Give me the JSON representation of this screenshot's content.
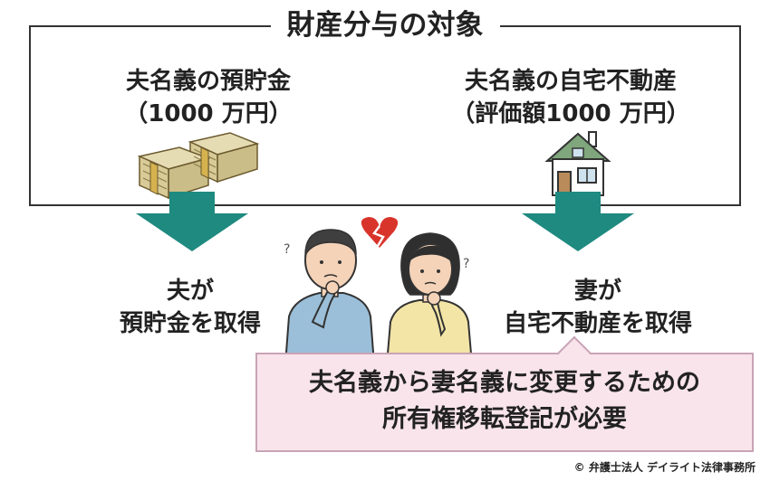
{
  "title": "財産分与の対象",
  "left_asset": {
    "line1": "夫名義の預貯金",
    "line2": "（1000 万円）"
  },
  "right_asset": {
    "line1": "夫名義の自宅不動産",
    "line2": "（評価額1000 万円）"
  },
  "left_result": {
    "line1": "夫が",
    "line2": "預貯金を取得"
  },
  "right_result": {
    "line1": "妻が",
    "line2": "自宅不動産を取得"
  },
  "note": {
    "line1": "夫名義から妻名義に変更するための",
    "line2": "所有権移転登記が必要"
  },
  "credit": "© 弁護士法人 デイライト法律事務所",
  "colors": {
    "arrow": "#1f8a80",
    "note_bg": "#f9e4ec",
    "heart": "#d9342b",
    "man_shirt": "#9bbfd8",
    "woman_shirt": "#f3e5a6"
  }
}
